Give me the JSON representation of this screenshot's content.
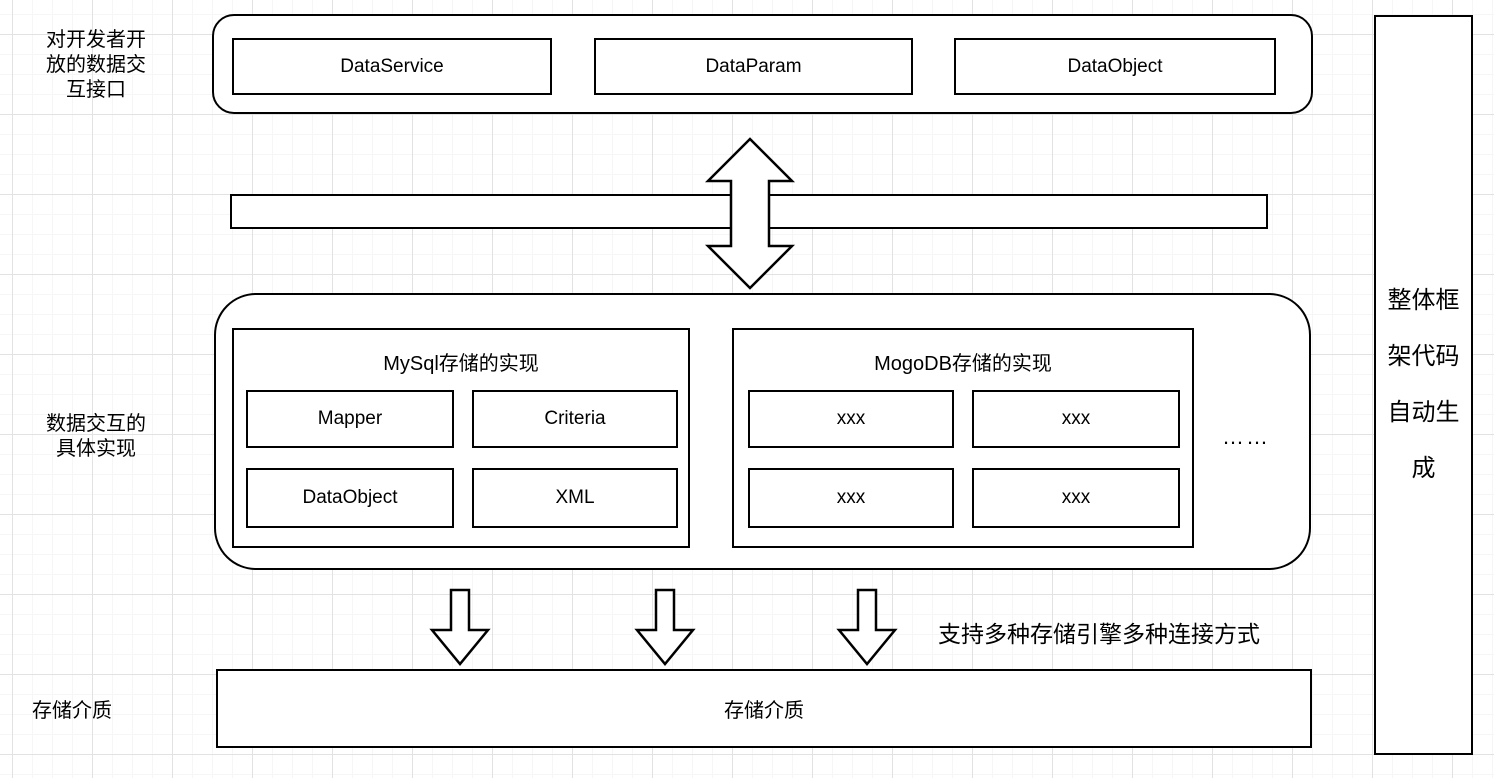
{
  "left_labels": {
    "api": [
      "对开发者开",
      "放的数据交",
      "互接口"
    ],
    "impl": [
      "数据交互的",
      "具体实现"
    ],
    "storage": "存储介质"
  },
  "api_layer": {
    "boxes": [
      "DataService",
      "DataParam",
      "DataObject"
    ]
  },
  "impl_layer": {
    "mysql": {
      "title": "MySql存储的实现",
      "boxes": [
        "Mapper",
        "Criteria",
        "DataObject",
        "XML"
      ]
    },
    "mongodb": {
      "title": "MogoDB存储的实现",
      "boxes": [
        "xxx",
        "xxx",
        "xxx",
        "xxx"
      ]
    },
    "ellipsis": "……"
  },
  "storage_layer": {
    "bar_label": "存储介质",
    "note": "支持多种存储引擎多种连接方式"
  },
  "right_panel": {
    "lines": [
      "整体框",
      "架代码",
      "自动生",
      "成"
    ]
  },
  "colors": {
    "stroke": "#000000",
    "shape_fill": "#ffffff",
    "grid_minor": "#f6f6f6",
    "grid_major": "#e2e2e2",
    "background": "#ffffff"
  }
}
